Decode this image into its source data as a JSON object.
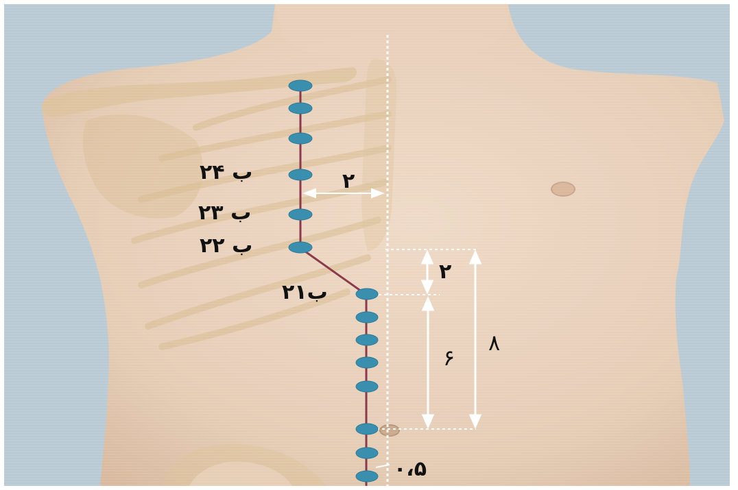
{
  "colors": {
    "background": "#b9c9d3",
    "skin": "#e9d2bd",
    "bone": "#d9bf93",
    "meridian_line": "#8a3a4a",
    "point": "#3a8fae",
    "guide": "#ffffff",
    "label": "#111111"
  },
  "points": {
    "b24": "ب ۲۴",
    "b23": "ب ۲۳",
    "b22": "ب ۲۲",
    "b21": "ب۲۱"
  },
  "measurements": {
    "lateral_offset": "۲",
    "upper_segment": "۲",
    "lower_segment": "۶",
    "total_segment": "۸",
    "bottom_offset": "۰،۵"
  },
  "icons": {
    "acupoint": "acupoint-dot-icon"
  }
}
